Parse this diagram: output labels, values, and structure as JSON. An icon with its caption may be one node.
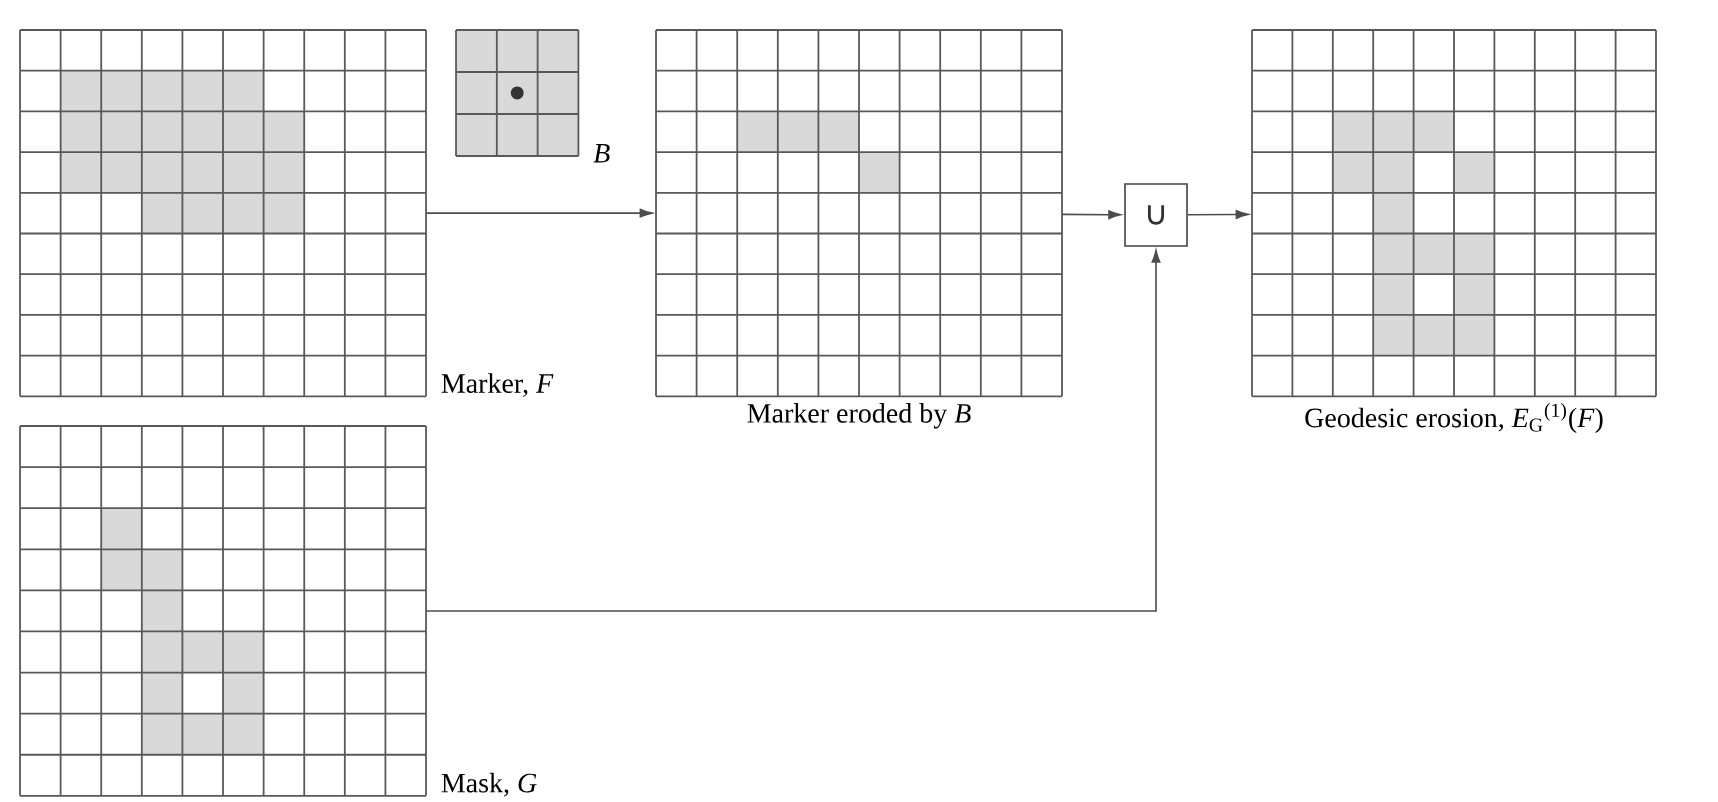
{
  "diagram": {
    "nodes": [
      {
        "text": [
          "Marker, *F*"
        ]
      },
      {
        "text": [
          "B"
        ]
      },
      {
        "text": [
          "Marker eroded by *B*"
        ]
      },
      {
        "text": [
          "∪"
        ]
      },
      {
        "text": [
          "Geodesic erosion, *E*$_{G}$$^{(1)}$(*F*)"
        ]
      },
      {
        "text": [
          "Mask, *G*"
        ]
      }
    ],
    "edges": [
      {
        "from": 0,
        "to": 2,
        "arrow": "to"
      },
      {
        "from": 2,
        "to": 3,
        "arrow": "to"
      },
      {
        "from": 3,
        "to": 4,
        "arrow": "to"
      },
      {
        "from": 5,
        "to": 3,
        "arrow": "to"
      }
    ]
  }
}
